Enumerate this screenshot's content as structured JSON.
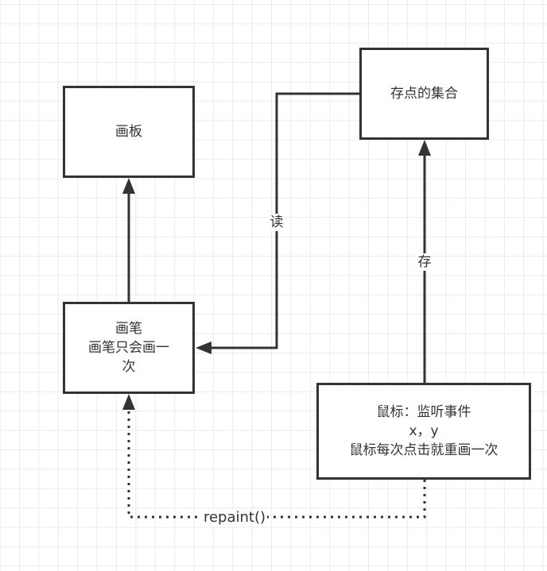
{
  "nodes": {
    "canvas": {
      "label": "画板"
    },
    "point_set": {
      "label": "存点的集合"
    },
    "pen": {
      "lines": [
        "画笔",
        "画笔只会画一",
        "次"
      ]
    },
    "mouse": {
      "lines": [
        "鼠标：监听事件",
        "x，y",
        "鼠标每次点击就重画一次"
      ]
    }
  },
  "edges": {
    "pen_to_canvas": {
      "from": "画笔",
      "to": "画板",
      "label": "",
      "style": "solid"
    },
    "set_to_pen": {
      "from": "存点的集合",
      "to": "画笔",
      "label": "读",
      "style": "solid"
    },
    "mouse_to_set": {
      "from": "鼠标",
      "to": "存点的集合",
      "label": "存",
      "style": "solid"
    },
    "mouse_to_pen": {
      "from": "鼠标",
      "to": "画笔",
      "label": "repaint()",
      "style": "dotted"
    }
  },
  "colors": {
    "stroke": "#333333",
    "grid": "#ebebeb",
    "background": "#ffffff"
  }
}
